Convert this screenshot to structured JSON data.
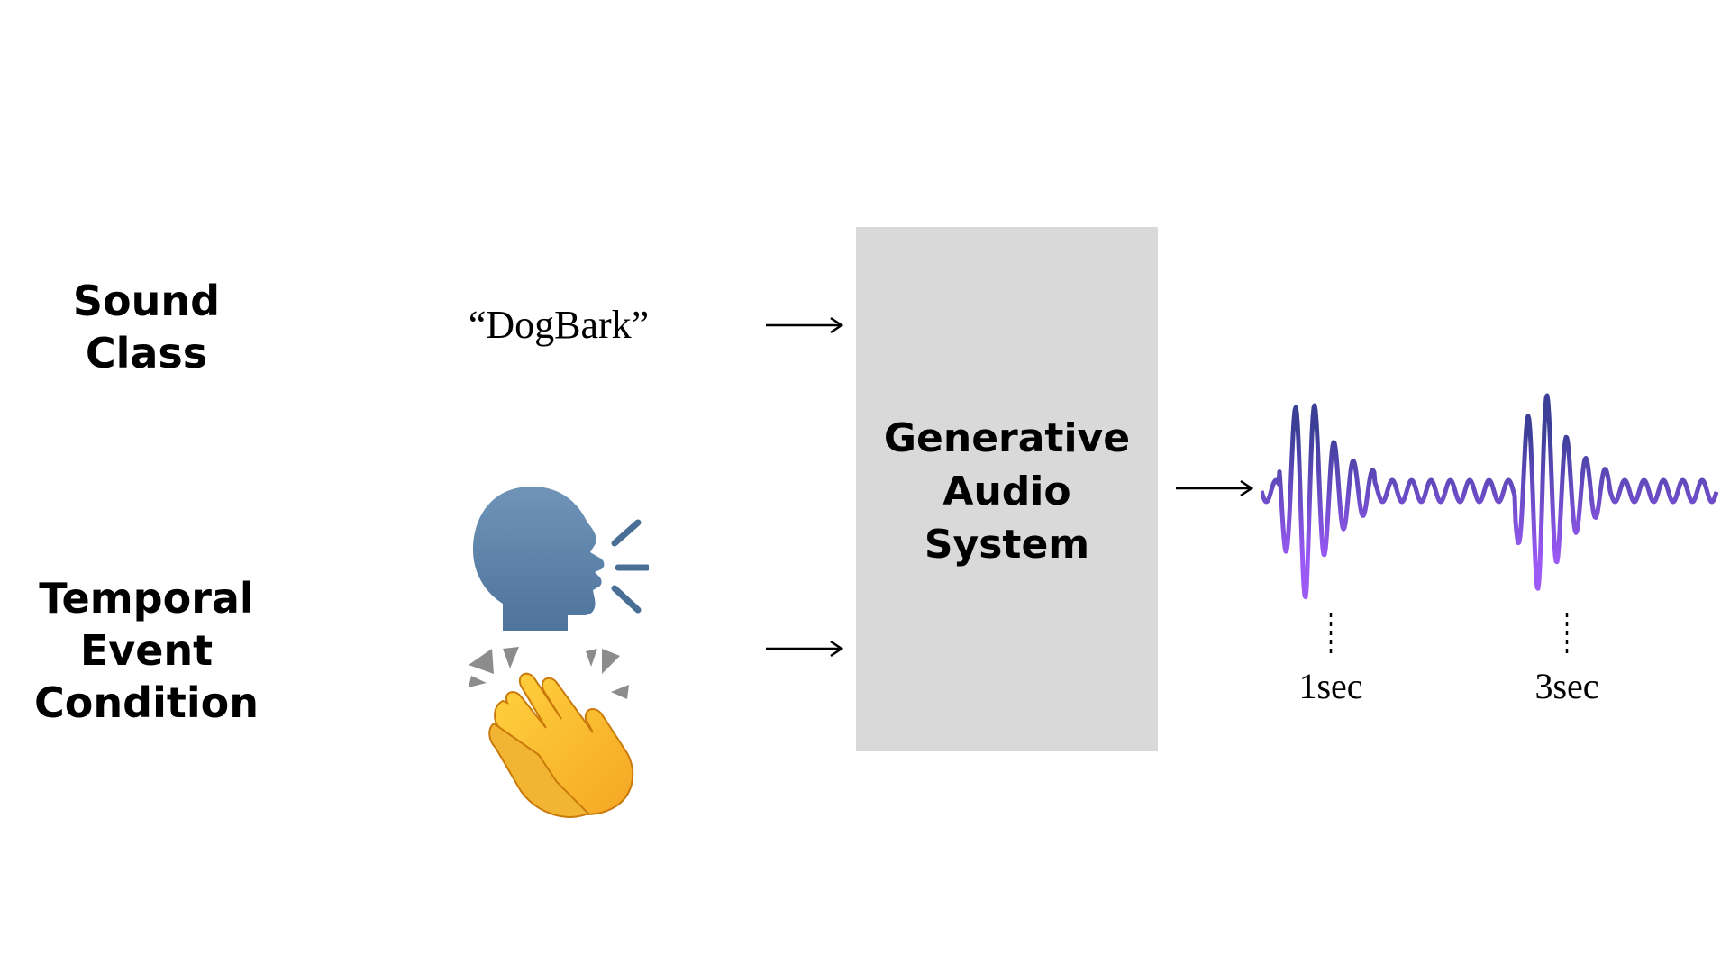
{
  "inputs": {
    "sound_class": {
      "label": "Sound\nClass",
      "value": "“DogBark”"
    },
    "temporal_event": {
      "label": "Temporal\nEvent\nCondition",
      "icons": [
        "speaking-head-icon",
        "clapping-hands-icon"
      ]
    }
  },
  "system": {
    "label": "Generative\nAudio\nSystem",
    "box_color": "#d9d9d9"
  },
  "output": {
    "waveform_colors": [
      "#3b3f97",
      "#9b59f5"
    ],
    "event_markers": [
      {
        "label": "1sec"
      },
      {
        "label": "3sec"
      }
    ]
  }
}
